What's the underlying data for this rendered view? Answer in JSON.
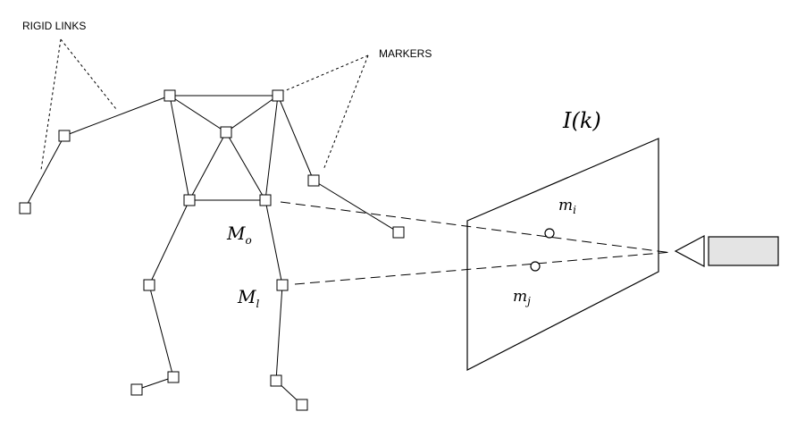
{
  "labels": {
    "rigid_links": "RIGID LINKS",
    "markers": "MARKERS",
    "image_plane": "I(k)",
    "m_o": {
      "base": "M",
      "sub": "o"
    },
    "m_l": {
      "base": "M",
      "sub": "l"
    },
    "m_i": {
      "base": "m",
      "sub": "i"
    },
    "m_j": {
      "base": "m",
      "sub": "j"
    }
  }
}
